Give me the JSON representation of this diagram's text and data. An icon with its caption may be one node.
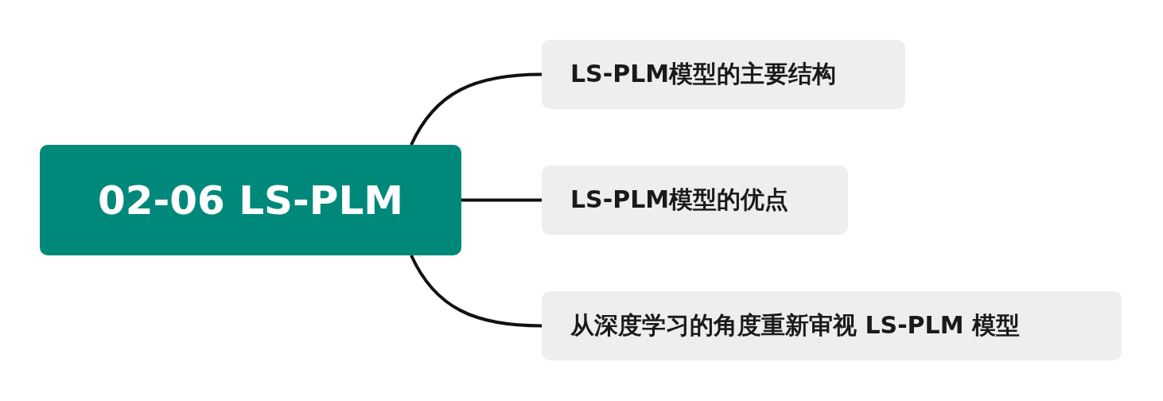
{
  "diagram": {
    "nodes": [
      {
        "text": [
          "02-06 LS-PLM"
        ]
      },
      {
        "text": [
          "LS-PLM模型的主要结构"
        ]
      },
      {
        "text": [
          "LS-PLM模型的优点"
        ]
      },
      {
        "text": [
          "从深度学习的角度重新审视 LS-PLM 模型"
        ]
      }
    ],
    "edges": [
      {
        "from": 0,
        "to": 1,
        "arrow": "none"
      },
      {
        "from": 0,
        "to": 2,
        "arrow": "none"
      },
      {
        "from": 0,
        "to": 3,
        "arrow": "none"
      }
    ]
  }
}
